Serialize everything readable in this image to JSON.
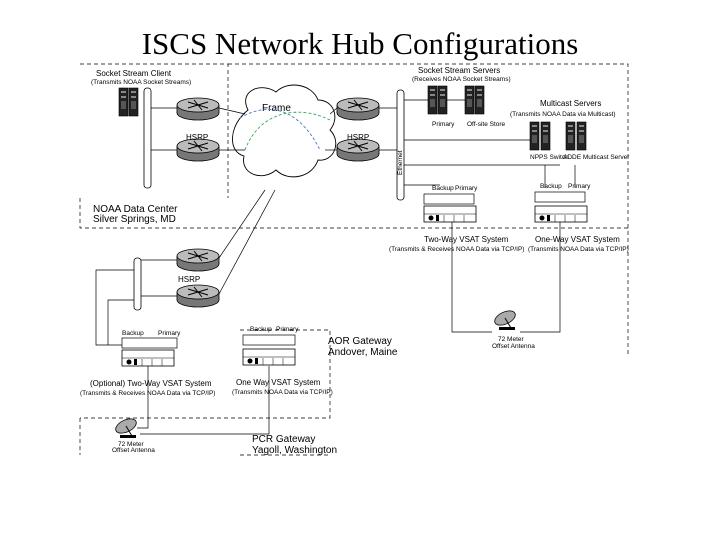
{
  "page_title": "ISCS Network Hub Configurations",
  "socket_client": {
    "title": "Socket Stream Client",
    "subtitle": "(Transmits NOAA Socket Streams)"
  },
  "socket_servers": {
    "title": "Socket Stream Servers",
    "subtitle": "(Receives NOAA Socket Streams)",
    "primary": "Primary",
    "offsite": "Off-site Store"
  },
  "multicast": {
    "title": "Multicast Servers",
    "subtitle": "(Transmits NOAA Data via Multicast)",
    "left_label": "NPPS Switch",
    "right_label": "ADDE Multicast Server"
  },
  "network": {
    "frame": "Frame",
    "hsrp_left": "HSRP",
    "hsrp_right": "HSRP",
    "hsrp_bottom": "HSRP",
    "ethernet": "Ethernet"
  },
  "noaa": {
    "line1": "NOAA Data Center",
    "line2": "Silver Springs, MD"
  },
  "labels": {
    "backup": "Backup",
    "primary": "Primary"
  },
  "two_way": {
    "title": "Two-Way VSAT System",
    "subtitle": "(Transmits & Receives NOAA Data via TCP/IP)"
  },
  "one_way": {
    "title": "One-Way VSAT System",
    "subtitle": "(Transmits NOAA Data via TCP/IP)"
  },
  "opt_two_way": {
    "title": "(Optional) Two-Way VSAT System",
    "subtitle": "(Transmits & Receives NOAA Data via TCP/IP)"
  },
  "aor_one_way": {
    "title": "One Way VSAT System",
    "subtitle": "(Transmits NOAA Data via TCP/IP)"
  },
  "aor": {
    "line1": "AOR Gateway",
    "line2": "Andover, Maine"
  },
  "pcr": {
    "line1": "PCR Gateway",
    "line2": "Yagoll, Washington"
  },
  "dish_right": {
    "line1": "72 Meter",
    "line2": "Offset Antenna"
  },
  "dish_left": {
    "line1": "72 Meter",
    "line2": "Offset Antenna"
  }
}
